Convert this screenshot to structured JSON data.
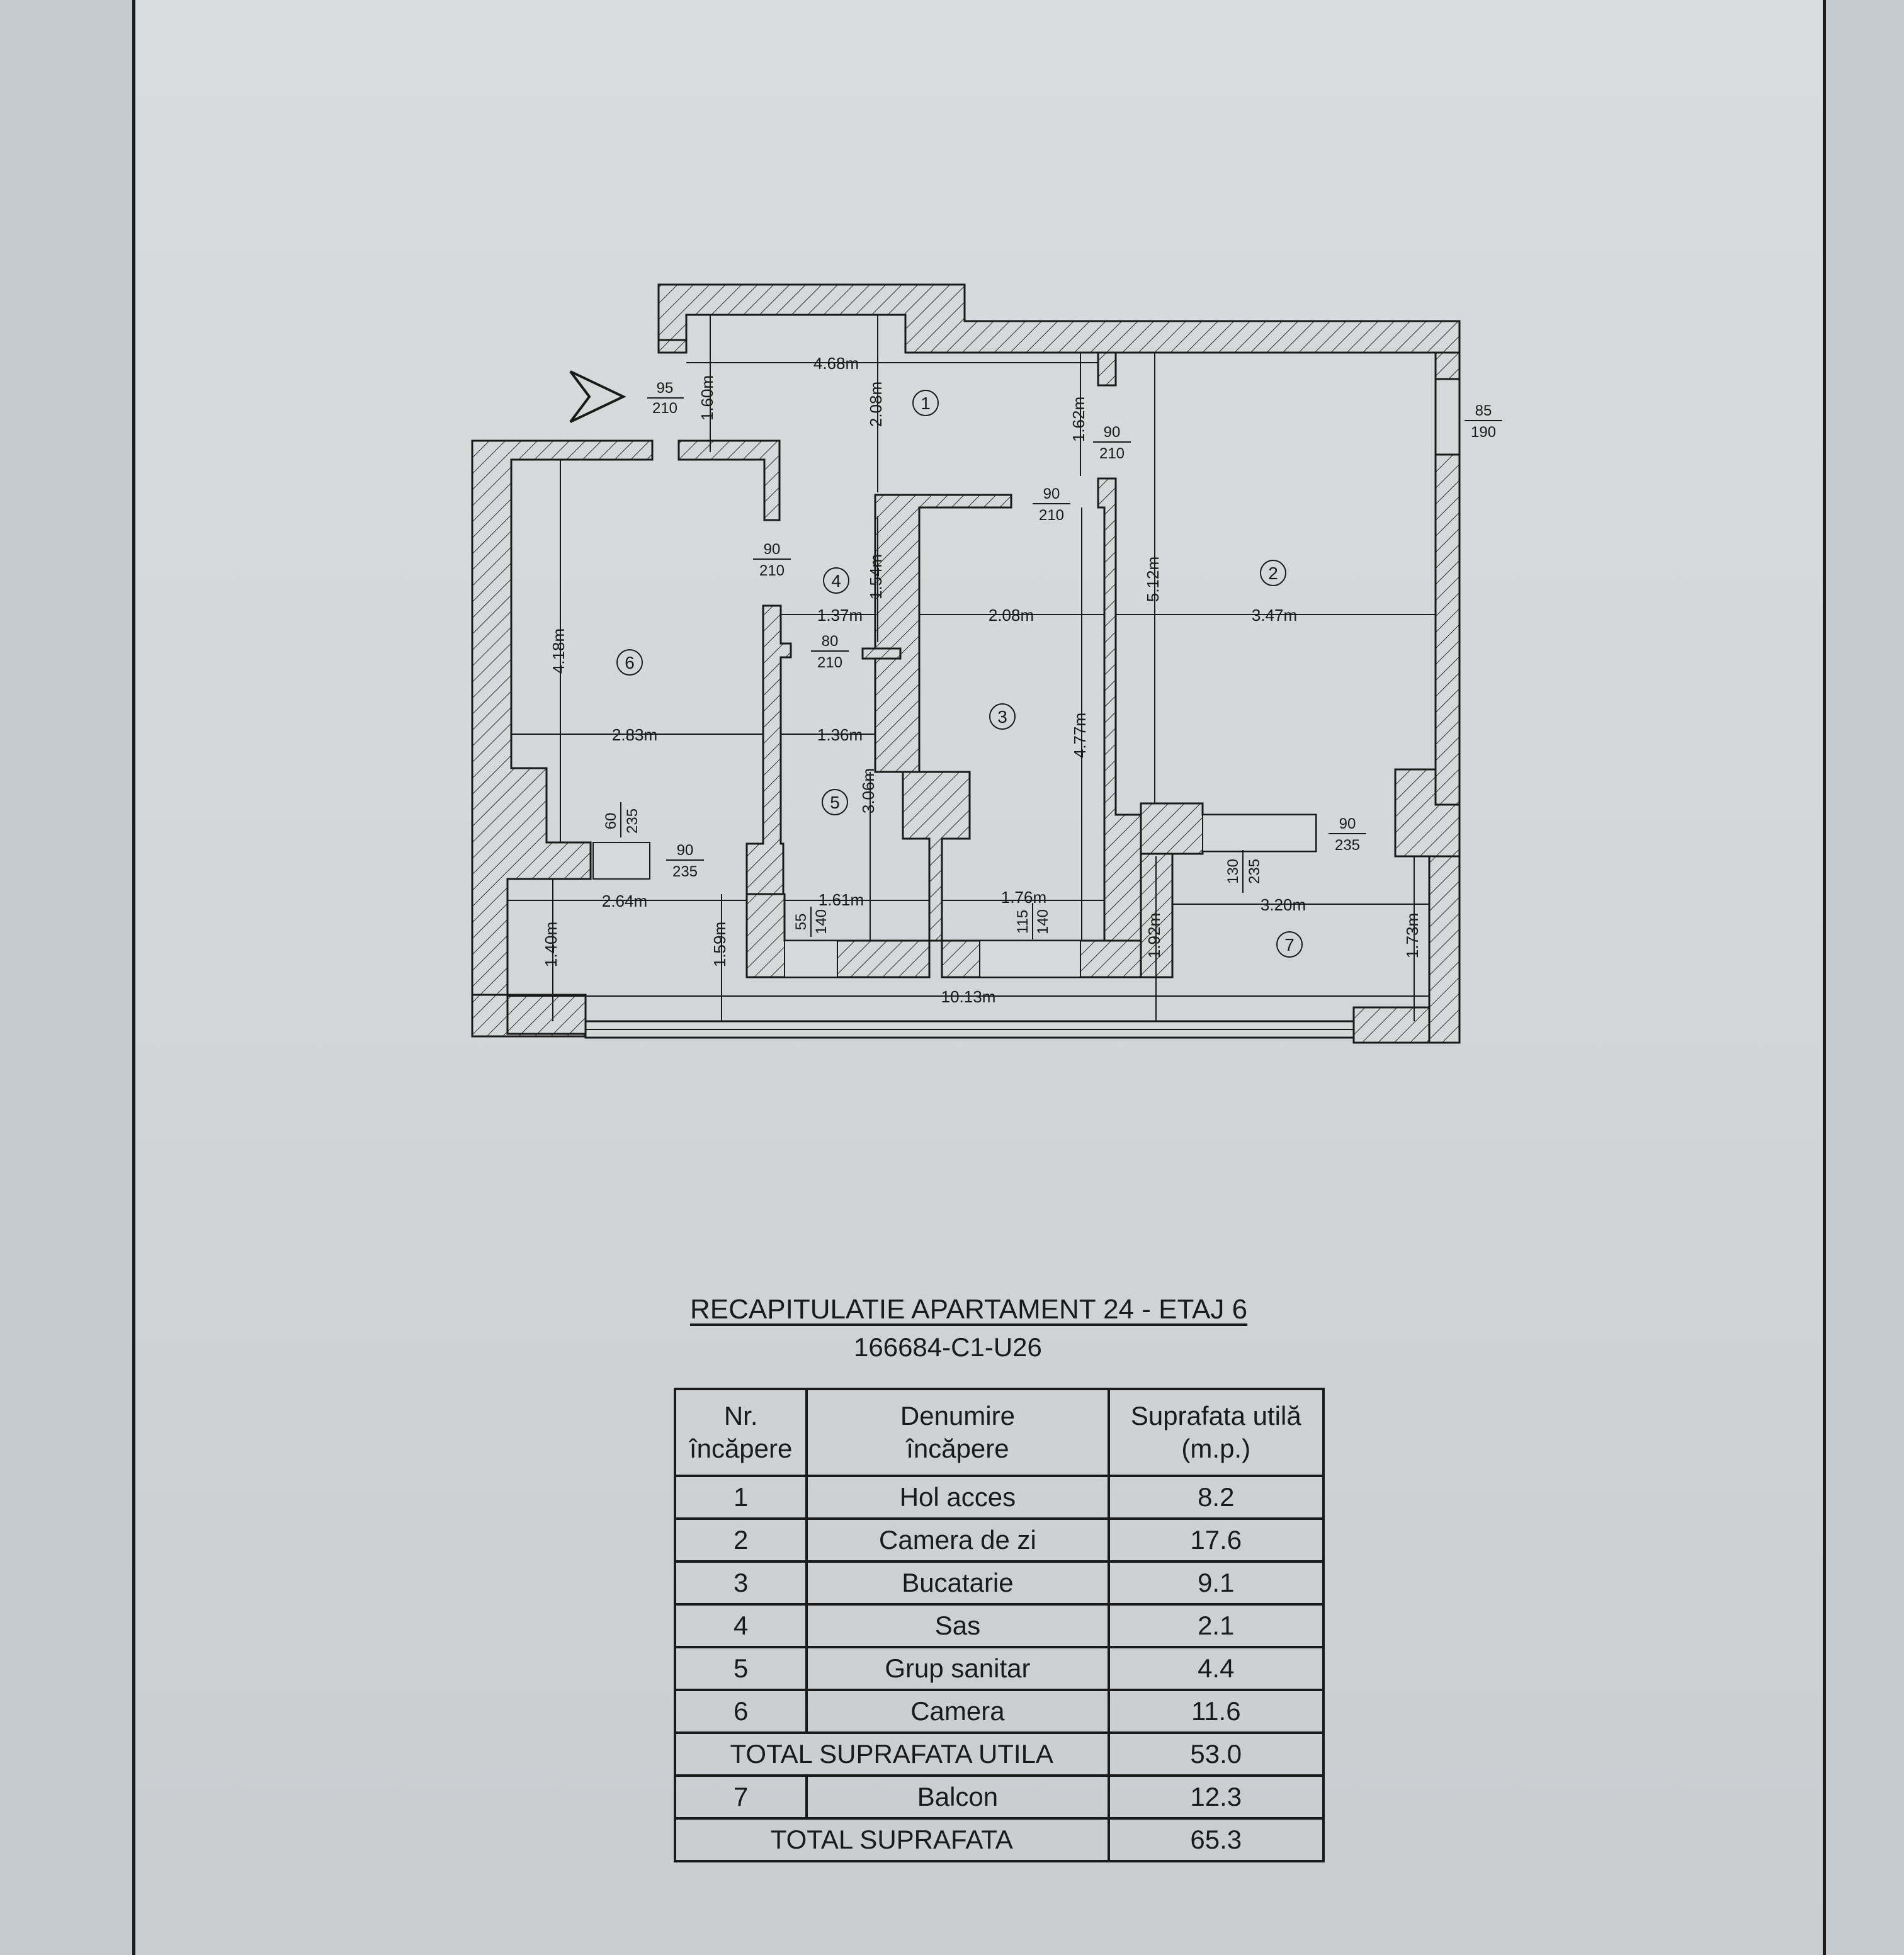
{
  "plan": {
    "rooms": [
      {
        "id": "1",
        "label": "1"
      },
      {
        "id": "2",
        "label": "2"
      },
      {
        "id": "3",
        "label": "3"
      },
      {
        "id": "4",
        "label": "4"
      },
      {
        "id": "5",
        "label": "5"
      },
      {
        "id": "6",
        "label": "6"
      },
      {
        "id": "7",
        "label": "7"
      }
    ],
    "dimensions": {
      "hall_width": "4.68m",
      "hall_entry_depth": "1.60m",
      "hall_depth": "2.08m",
      "hall_to_kitchen": "1.62m",
      "sas_depth": "1.54m",
      "sas_width": "1.37m",
      "kitchen_width": "2.08m",
      "kitchen_depth": "4.77m",
      "kitchen_bottom": "1.76m",
      "living_depth": "5.12m",
      "living_width": "3.47m",
      "bedroom_depth": "4.18m",
      "bedroom_width": "2.83m",
      "bath_width": "1.36m",
      "bath_depth": "3.06m",
      "bath_bottom": "1.61m",
      "left_balcony_width": "2.64m",
      "left_balcony_depth": "1.40m",
      "mid_balcony_depth": "1.59m",
      "right_balcony_width": "3.20m",
      "right_balcony_depth_left": "1.92m",
      "right_balcony_depth_right": "1.73m",
      "balcony_total": "10.13m"
    },
    "openings": {
      "entry_door": {
        "w": "95",
        "h": "210"
      },
      "window_right": {
        "w": "85",
        "h": "190"
      },
      "door_living": {
        "w": "90",
        "h": "210"
      },
      "door_kitchen": {
        "w": "90",
        "h": "210"
      },
      "door_bedroom": {
        "w": "90",
        "h": "210"
      },
      "door_bath": {
        "w": "80",
        "h": "210"
      },
      "door_bedroom_balcony": {
        "w": "60",
        "h": "235"
      },
      "door_balcony_left": {
        "w": "90",
        "h": "235"
      },
      "door_living_balcony": {
        "w": "90",
        "h": "235"
      },
      "window_living_balcony": {
        "w": "130",
        "h": "235"
      },
      "window_bath": {
        "w": "55",
        "h": "140"
      },
      "window_kitchen": {
        "w": "115",
        "h": "140"
      }
    }
  },
  "recap": {
    "title": "RECAPITULATIE APARTAMENT 24 - ETAJ 6",
    "code": "166684-C1-U26",
    "headers": {
      "nr": "Nr.\nîncăpere",
      "name": "Denumire\nîncăpere",
      "area": "Suprafata utilă\n(m.p.)"
    },
    "rows": [
      {
        "nr": "1",
        "name": "Hol acces",
        "area": "8.2"
      },
      {
        "nr": "2",
        "name": "Camera de zi",
        "area": "17.6"
      },
      {
        "nr": "3",
        "name": "Bucatarie",
        "area": "9.1"
      },
      {
        "nr": "4",
        "name": "Sas",
        "area": "2.1"
      },
      {
        "nr": "5",
        "name": "Grup sanitar",
        "area": "4.4"
      },
      {
        "nr": "6",
        "name": "Camera",
        "area": "11.6"
      }
    ],
    "total_useful": {
      "label": "TOTAL SUPRAFATA UTILA",
      "area": "53.0"
    },
    "balcony": {
      "nr": "7",
      "name": "Balcon",
      "area": "12.3"
    },
    "total": {
      "label": "TOTAL SUPRAFATA",
      "area": "65.3"
    }
  }
}
